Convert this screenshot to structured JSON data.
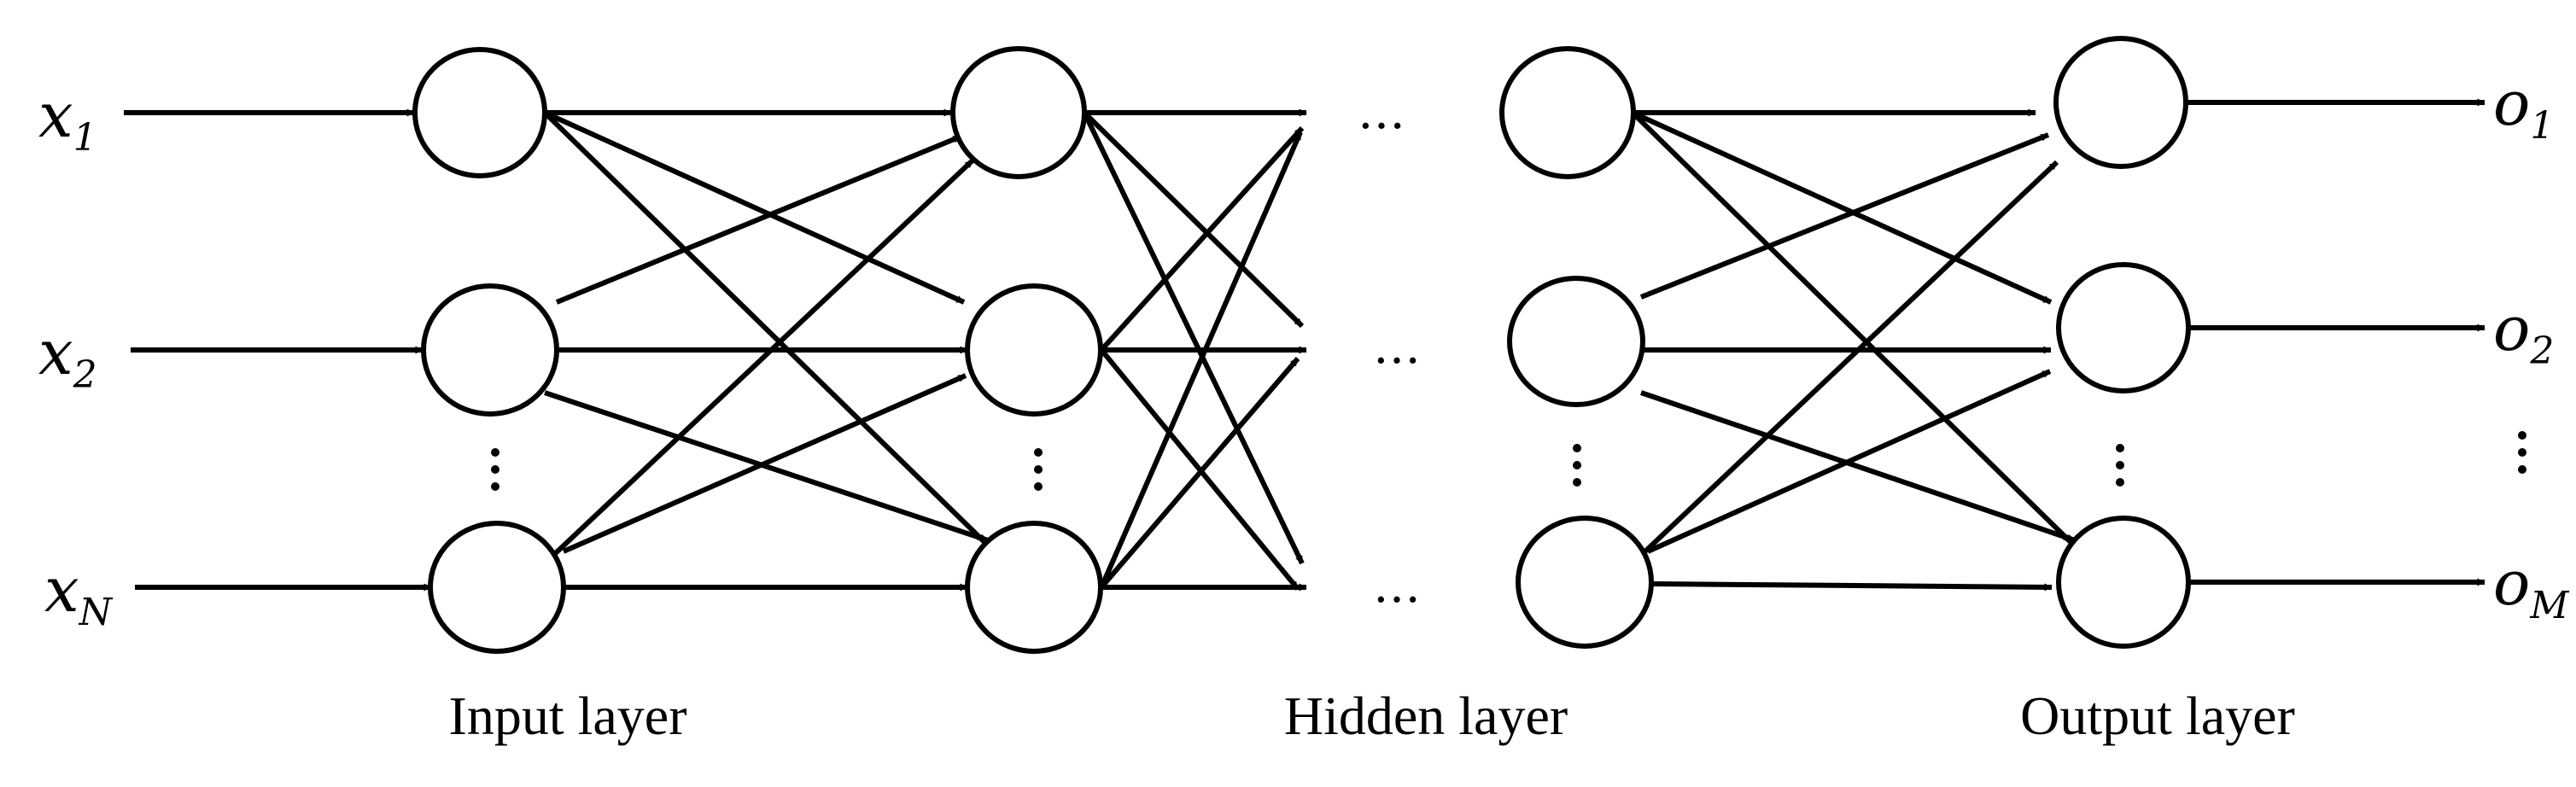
{
  "inputs": [
    {
      "base": "x",
      "sub": "1"
    },
    {
      "base": "x",
      "sub": "2"
    },
    {
      "base": "x",
      "sub": "N"
    }
  ],
  "outputs": [
    {
      "base": "o",
      "sub": "1"
    },
    {
      "base": "o",
      "sub": "2"
    },
    {
      "base": "o",
      "sub": "M"
    }
  ],
  "ellipsis": "…",
  "layers": {
    "input": "Input layer",
    "hidden": "Hidden layer",
    "output": "Output layer"
  },
  "colors": {
    "stroke": "#000000",
    "node_fill": "#ffffff"
  }
}
